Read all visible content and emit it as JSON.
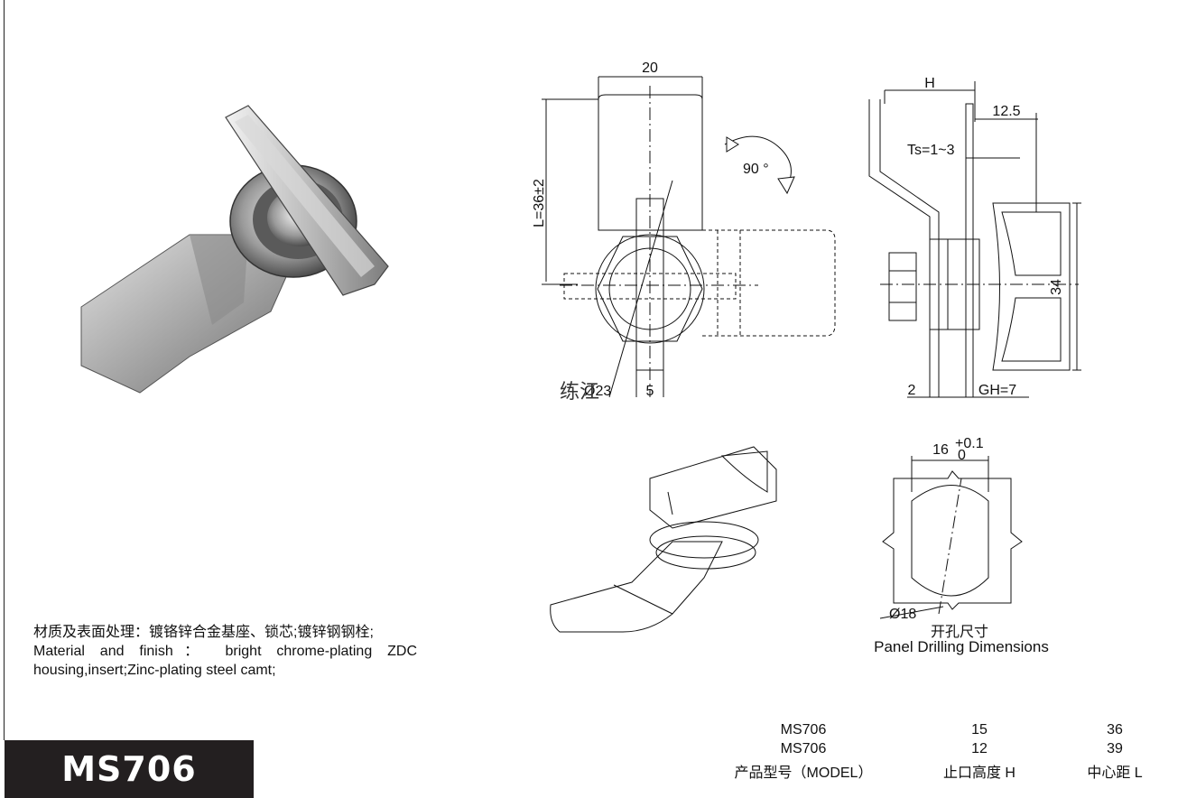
{
  "drawing": {
    "width_label": "20",
    "length_label": "L=36±2",
    "rotation_label": "90 °",
    "dia_label": "Ø23",
    "slot_label": "5",
    "handwriting": "练江",
    "height_label": "H",
    "offset_label": "12.5",
    "thickness_label": "Ts=1~3",
    "center_label": "34",
    "base_label": "2",
    "gh_label": "GH=7",
    "drill_width": "16",
    "drill_tol_upper": "+0.1",
    "drill_tol_lower": "0",
    "drill_dia": "Ø18"
  },
  "panel_caption": {
    "cn": "开孔尺寸",
    "en": "Panel Drilling Dimensions"
  },
  "material": {
    "cn": "材质及表面处理：镀铬锌合金基座、锁芯;镀锌钢钢栓;",
    "en": "Material and finish： bright chrome-plating ZDC housing,insert;Zinc-plating steel camt;"
  },
  "model_title": "MS706",
  "spec_table": {
    "rows": [
      {
        "model": "MS706",
        "height": "15",
        "center": "36"
      },
      {
        "model": "MS706",
        "height": "12",
        "center": "39"
      }
    ],
    "header": {
      "model": "产品型号（MODEL）",
      "height": "止口高度 H",
      "center": "中心距 L"
    }
  }
}
